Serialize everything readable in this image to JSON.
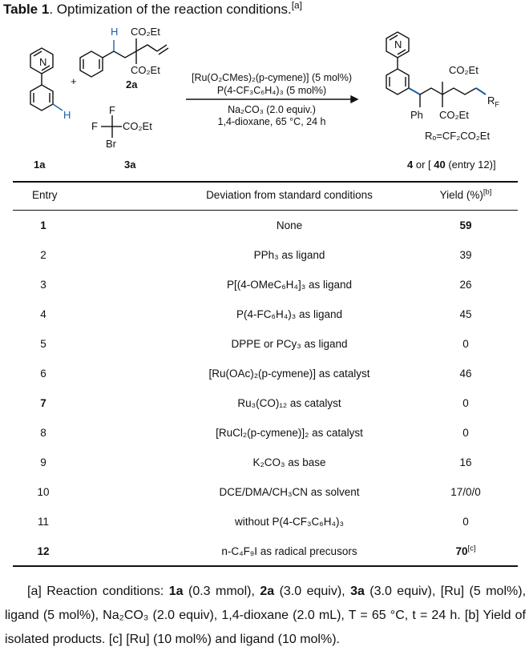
{
  "caption": {
    "label": "Table 1",
    "text": ". Optimization of the reaction conditions.",
    "ref": "[a]"
  },
  "scheme": {
    "label_1a": "1a",
    "label_2a": "2a",
    "label_3a": "3a",
    "atom_n": "N",
    "atom_h": "H",
    "atom_f": "F",
    "atom_br": "Br",
    "plus": "+",
    "group_co2et": "CO₂Et",
    "atom_ph": "Ph",
    "group_rf": "R",
    "rf_sub": "F",
    "condition_1": "[Ru(O₂CMes)₂(p-cymene)] (5 mol%)",
    "condition_2": "P(4-CF₃C₆H₄)₃ (5 mol%)",
    "condition_3": "Na₂CO₃ (2.0 equiv.)",
    "condition_4": "1,4-dioxane, 65 °C, 24 h",
    "rf_def": "Rₒ=CF₂CO₂Et",
    "product_label_a": "4",
    "product_label_b": " or [ ",
    "product_label_c": "40",
    "product_label_d": " (entry 12)]"
  },
  "table": {
    "headers": {
      "entry": "Entry",
      "deviation": "Deviation from standard conditions",
      "yield": "Yield (%)",
      "yield_ref": "[b]"
    },
    "rows": [
      {
        "entry": "1",
        "deviation": "None",
        "yield": "59",
        "bold": true
      },
      {
        "entry": "2",
        "deviation": "PPh₃ as ligand",
        "yield": "39"
      },
      {
        "entry": "3",
        "deviation": "P[(4-OMeC₆H₄]₃ as ligand",
        "yield": "26"
      },
      {
        "entry": "4",
        "deviation": "P(4-FC₆H₄)₃ as ligand",
        "yield": "45"
      },
      {
        "entry": "5",
        "deviation": "DPPE or PCy₃ as ligand",
        "yield": "0"
      },
      {
        "entry": "6",
        "deviation": "[Ru(OAc)₂(p-cymene)] as catalyst",
        "yield": "46"
      },
      {
        "entry": "7",
        "deviation": "Ru₃(CO)₁₂ as catalyst",
        "yield": "0",
        "entry_bold": true
      },
      {
        "entry": "8",
        "deviation": "[RuCl₂(p-cymene)]₂ as catalyst",
        "yield": "0"
      },
      {
        "entry": "9",
        "deviation": "K₂CO₃ as base",
        "yield": "16"
      },
      {
        "entry": "10",
        "deviation": "DCE/DMA/CH₃CN as solvent",
        "yield": "17/0/0"
      },
      {
        "entry": "11",
        "deviation": "without P(4-CF₃C₆H₄)₃",
        "yield": "0"
      },
      {
        "entry": "12",
        "deviation": "n-C₄F₉I as radical precusors",
        "yield": "70",
        "yield_ref": "[c]",
        "bold": true
      }
    ]
  },
  "footnote": {
    "a_label": "[a] Reaction conditions: ",
    "a_1a": "1a",
    "a_1a_amt": " (0.3 mmol), ",
    "a_2a": "2a",
    "a_2a_amt": " (3.0 equiv), ",
    "a_3a": "3a",
    "a_3a_amt": " (3.0 equiv), [Ru] (5 mol%), ligand (5 mol%), Na₂CO₃ (2.0 equiv), 1,4-dioxane (2.0 mL), T = 65 °C, t = 24 h. ",
    "b_text": "[b] Yield of isolated products. ",
    "c_text": "[c] [Ru] (10 mol%) and ligand (10 mol%)."
  }
}
